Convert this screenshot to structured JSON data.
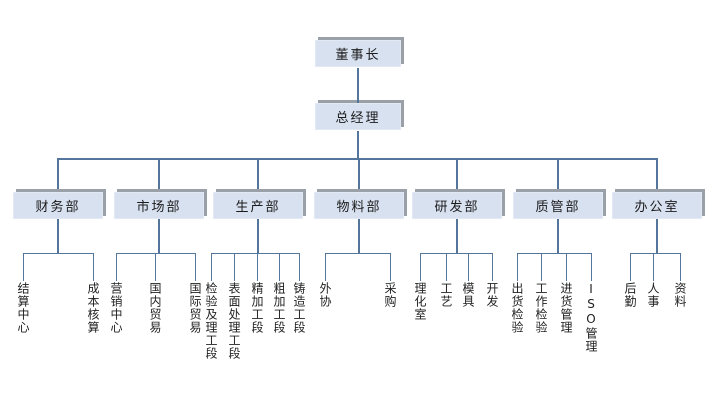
{
  "colors": {
    "node_fill": "#d8e1f0",
    "node_shadow": "#9aa0a8",
    "connector": "#54759c",
    "background": "#ffffff",
    "text": "#1b1b1b"
  },
  "org": {
    "chairman": {
      "label": "董事长"
    },
    "general_manager": {
      "label": "总经理"
    },
    "departments": [
      {
        "label": "财务部",
        "children": [
          "结算中心",
          "成本核算"
        ]
      },
      {
        "label": "市场部",
        "children": [
          "营销中心",
          "国内贸易",
          "国际贸易"
        ]
      },
      {
        "label": "生产部",
        "children": [
          "检验及理工段",
          "表面处理工段",
          "精加工段",
          "粗加工段",
          "铸造工段"
        ]
      },
      {
        "label": "物料部",
        "children": [
          "外协",
          "采购"
        ]
      },
      {
        "label": "研发部",
        "children": [
          "理化室",
          "工艺",
          "模具",
          "开发"
        ]
      },
      {
        "label": "质管部",
        "children": [
          "出货检验",
          "工作检验",
          "进货管理",
          "ISO管理"
        ]
      },
      {
        "label": "办公室",
        "children": [
          "后勤",
          "人事",
          "资料"
        ]
      }
    ]
  }
}
